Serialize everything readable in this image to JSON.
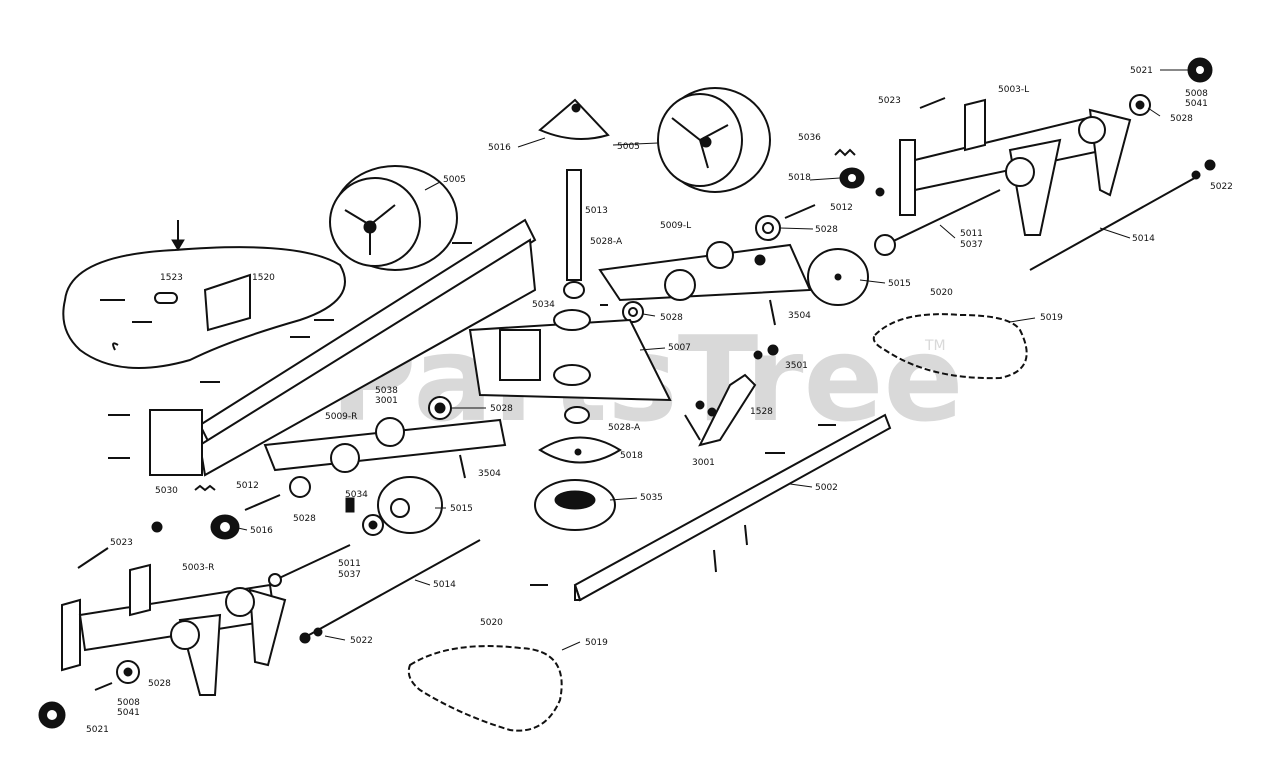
{
  "watermark": "PartsTree",
  "trademark": "TM",
  "colors": {
    "ink": "#111111",
    "watermark": "#d9d9d9",
    "background": "#ffffff"
  },
  "labels": {
    "l5021": "5021",
    "l5008a": "5008",
    "l5041a": "5041",
    "l5028a": "5028",
    "l5003L": "5003-L",
    "l5023a": "5023",
    "l5036": "5036",
    "l5018a": "5018",
    "l5012a": "5012",
    "l5016": "5016",
    "l5005b": "5005",
    "l5005a": "5005",
    "l5013": "5013",
    "l5009L": "5009-L",
    "l5028Aa": "5028-A",
    "l5028b": "5028",
    "l5011a": "5011",
    "l5037a": "5037",
    "l5022a": "5022",
    "l5014a": "5014",
    "l5015a": "5015",
    "l5020a": "5020",
    "l5019a": "5019",
    "l1523": "1523",
    "l1520": "1520",
    "l5034a": "5034",
    "l5028c": "5028",
    "l3504a": "3504",
    "l5007": "5007",
    "l3501a": "3501",
    "l5038": "5038",
    "l3001": "3001",
    "l5009R": "5009-R",
    "l5028d": "5028",
    "l5028Ab": "5028-A",
    "l1528": "1528",
    "l3001b": "3001",
    "l5018b": "5018",
    "l3504b": "3504",
    "l5030": "5030",
    "l5012b": "5012",
    "l5034b": "5034",
    "l5015b": "5015",
    "l5028e": "5028",
    "l5016b": "5016",
    "l5035": "5035",
    "l5002": "5002",
    "l5023b": "5023",
    "l5003R": "5003-R",
    "l5011b": "5011",
    "l5037b": "5037",
    "l5014b": "5014",
    "l5022b": "5022",
    "l5020b": "5020",
    "l5019b": "5019",
    "l5028f": "5028",
    "l5008b": "5008",
    "l5041b": "5041",
    "l5021b": "5021"
  }
}
